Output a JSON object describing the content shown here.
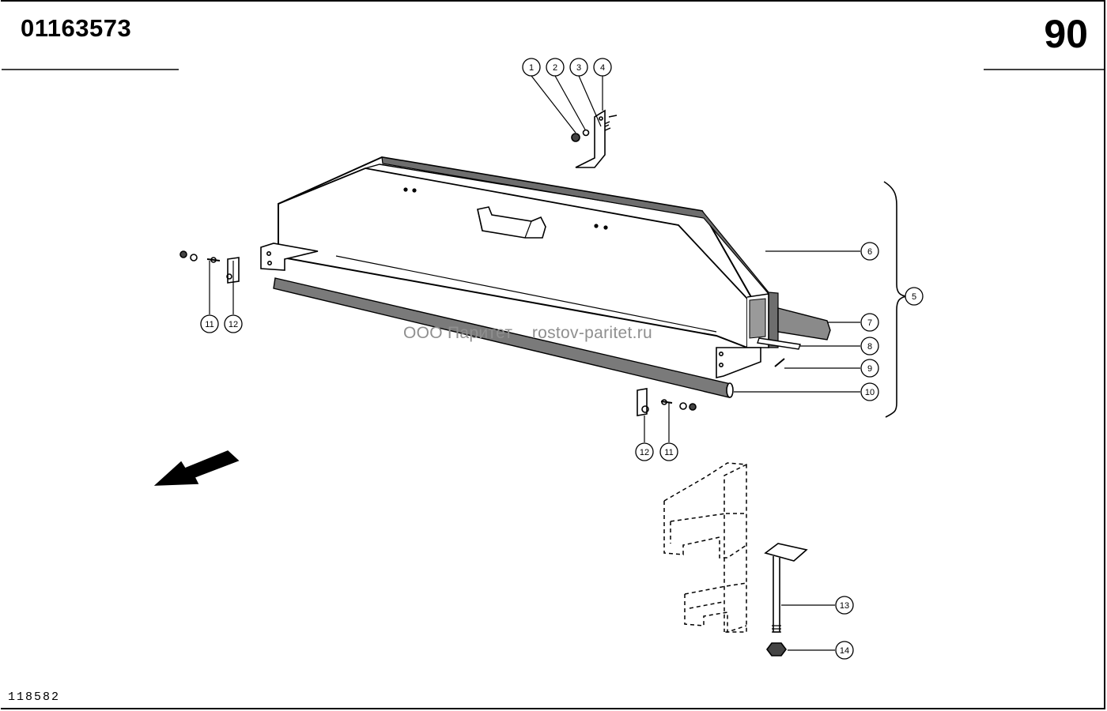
{
  "header": {
    "part_code": "01163573",
    "page_number": "90"
  },
  "footer": {
    "drawing_number": "118582"
  },
  "watermark": {
    "text": "ООО Паритет    rostov-paritet.ru"
  },
  "callouts": [
    "1",
    "2",
    "3",
    "4",
    "5",
    "6",
    "7",
    "8",
    "9",
    "10",
    "11",
    "12",
    "12",
    "11",
    "13",
    "14"
  ],
  "colors": {
    "ink": "#000000",
    "paper": "#ffffff",
    "watermark": "#8f8f8f"
  }
}
